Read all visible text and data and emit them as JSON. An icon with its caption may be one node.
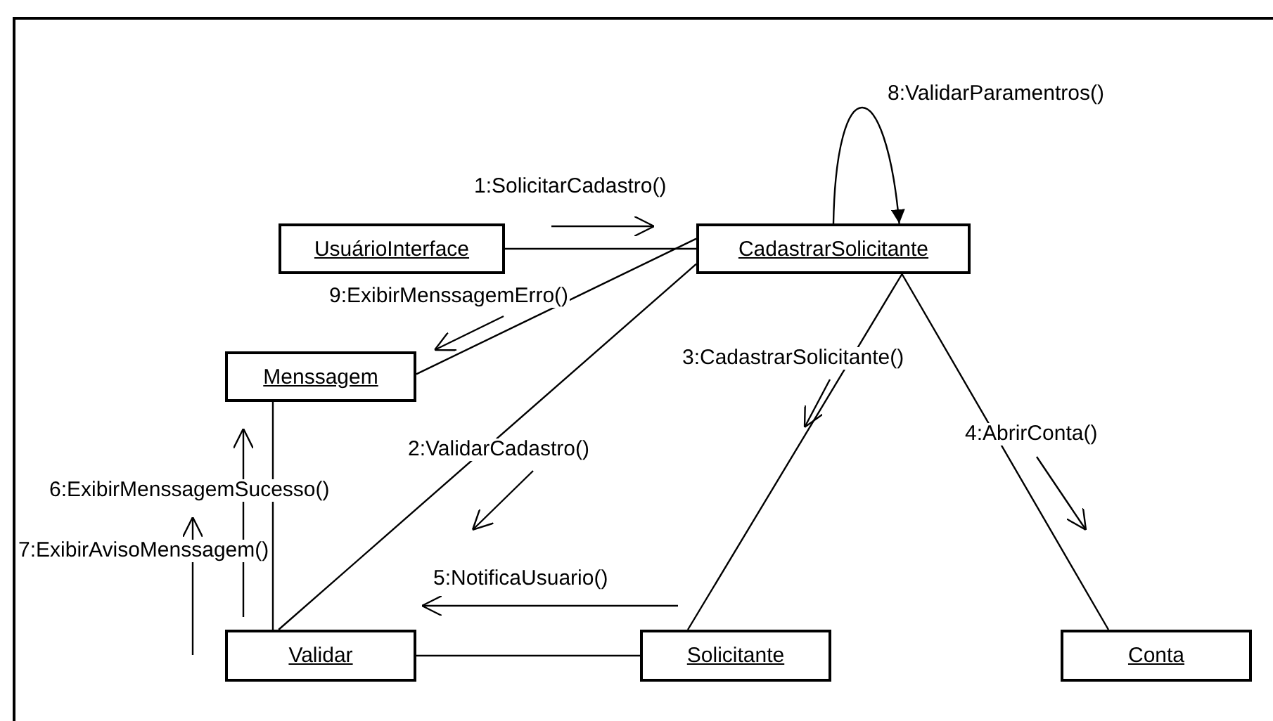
{
  "diagram": {
    "nodes": [
      {
        "text": [
          "UsuárioInterface"
        ]
      },
      {
        "text": [
          "CadastrarSolicitante"
        ]
      },
      {
        "text": [
          "Menssagem"
        ]
      },
      {
        "text": [
          "Validar"
        ]
      },
      {
        "text": [
          "Solicitante"
        ]
      },
      {
        "text": [
          "Conta"
        ]
      }
    ],
    "edges": [
      {
        "from": 0,
        "to": 1,
        "arrow": "none"
      },
      {
        "from": 1,
        "to": 2,
        "arrow": "none"
      },
      {
        "from": 1,
        "to": 3,
        "arrow": "none"
      },
      {
        "from": 1,
        "to": 4,
        "arrow": "none"
      },
      {
        "from": 1,
        "to": 5,
        "arrow": "none"
      },
      {
        "from": 1,
        "to": 1,
        "arrow": "to"
      },
      {
        "from": 2,
        "to": 3,
        "arrow": "none"
      },
      {
        "from": 3,
        "to": 4,
        "arrow": "none"
      }
    ],
    "labels": [
      "8:ValidarParamentros()",
      "1:SolicitarCadastro()",
      "9:ExibirMenssagemErro()",
      "3:CadastrarSolicitante()",
      "2:ValidarCadastro()",
      "4:AbrirConta()",
      "6:ExibirMenssagemSucesso()",
      "7:ExibirAvisoMenssagem()",
      "5:NotificaUsuario()"
    ]
  }
}
